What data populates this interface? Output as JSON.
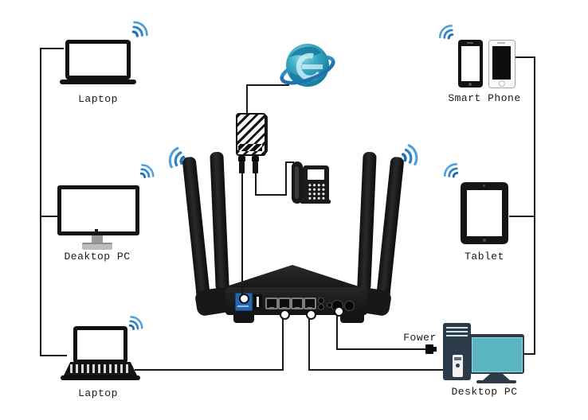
{
  "labels": {
    "laptop_top": "Laptop",
    "desktop_left": "Deaktop PC",
    "laptop_bottom": "Laptop",
    "smart_phone": "Smart Phone",
    "tablet": "Tablet",
    "desktop_right": "Desktop PC",
    "power": "Fower"
  },
  "icons": [
    "wifi-icon",
    "internet-globe-icon",
    "modem-icon",
    "usb-plug-icon",
    "telephone-icon",
    "router-icon",
    "laptop-icon",
    "monitor-icon",
    "smartphone-icon",
    "tablet-icon",
    "desktop-tower-icon",
    "power-plug-icon"
  ],
  "colors": {
    "wifi_blue": "#2f83c6",
    "globe_teal": "#2ba3c0",
    "screen_teal": "#5bb4c2",
    "tower_slate": "#2c3b4a",
    "router_black": "#1c1c1c",
    "wan_port_blue": "#2a66ad",
    "wire_black": "#1a1a1a"
  }
}
